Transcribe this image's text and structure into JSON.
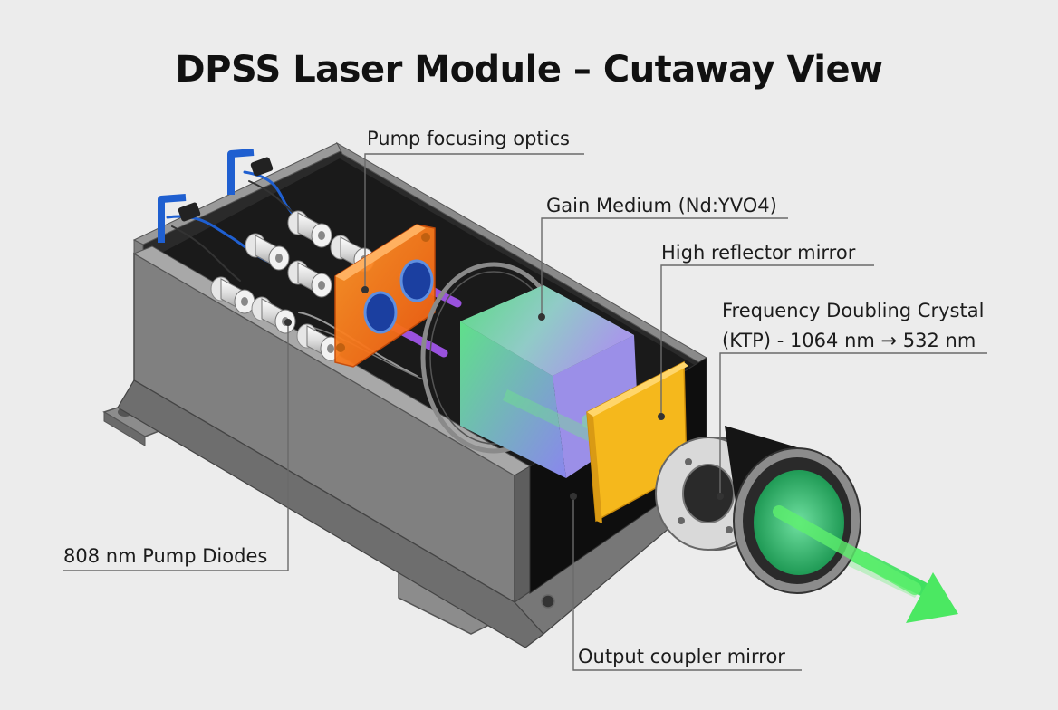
{
  "title": "DPSS Laser Module – Cutaway View",
  "labels": {
    "pump_focusing_optics": "Pump focusing optics",
    "gain_medium": "Gain Medium (Nd:YVO4)",
    "high_reflector": "High reflector mirror",
    "doubling_crystal_line1": "Frequency Doubling Crystal",
    "doubling_crystal_line2": "(KTP) - 1064 nm → 532 nm",
    "pump_diodes": "808 nm Pump Diodes",
    "output_coupler": "Output coupler mirror"
  },
  "colors": {
    "background": "#ececec",
    "housing": "#7d7d7d",
    "pump_optics": "#ff7a1a",
    "gain_medium_start": "#4fd97a",
    "gain_medium_end": "#a98cf0",
    "mirror": "#f5b81c",
    "beam": "#38e05a",
    "cable": "#1f5fd0",
    "pump_beam": "#b05cff"
  }
}
